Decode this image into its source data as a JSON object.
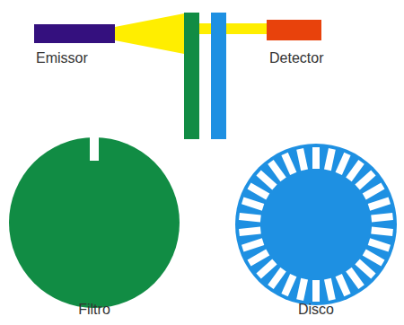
{
  "diagram": {
    "labels": [
      "Emissor",
      "Detector",
      "Filtro",
      "Disco"
    ]
  }
}
